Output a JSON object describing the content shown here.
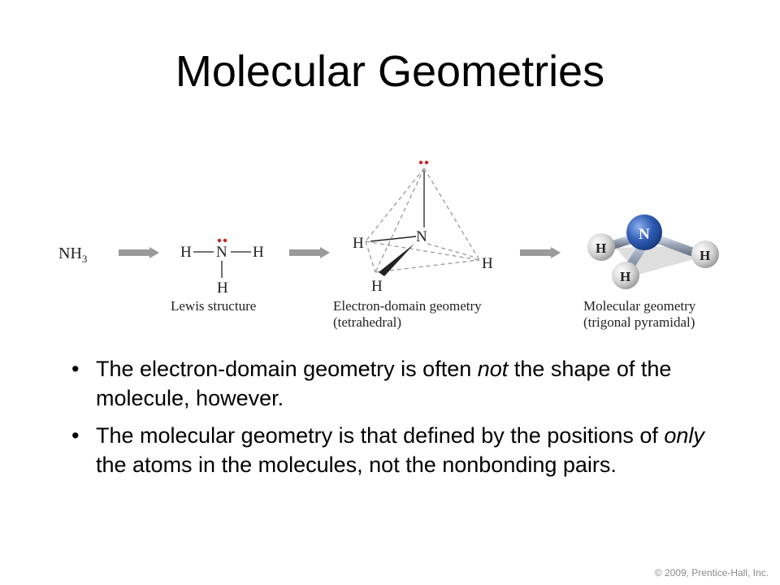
{
  "title": "Molecular Geometries",
  "diagram": {
    "formula_main": "NH",
    "formula_sub": "3",
    "lewis": {
      "h_left": "H",
      "n": "N",
      "h_right": "H",
      "h_bottom": "H",
      "label": "Lewis structure"
    },
    "electron_domain": {
      "n": "N",
      "h_left": "H",
      "h_right": "H",
      "h_bottom": "H",
      "label_line1": "Electron-domain geometry",
      "label_line2": "(tetrahedral)"
    },
    "molecular": {
      "n": "N",
      "h_left": "H",
      "h_right": "H",
      "h_bottom": "H",
      "label_line1": "Molecular geometry",
      "label_line2": "(trigonal pyramidal)"
    },
    "colors": {
      "lone_pair": "#cc2222",
      "arrow": "#9a9a9a",
      "nitrogen": "#2f5db5",
      "hydrogen": "#d9d9d9"
    }
  },
  "bullets": [
    {
      "before": "The electron-domain geometry is often ",
      "em": "not",
      "after": " the shape of the molecule, however."
    },
    {
      "before": "The molecular geometry is that defined by the positions of ",
      "em": "only",
      "after": " the atoms in the molecules, not the nonbonding pairs."
    }
  ],
  "bullet_symbol": "•",
  "copyright": {
    "symbol": "©",
    "text": "2009, Prentice-Hall, Inc."
  }
}
